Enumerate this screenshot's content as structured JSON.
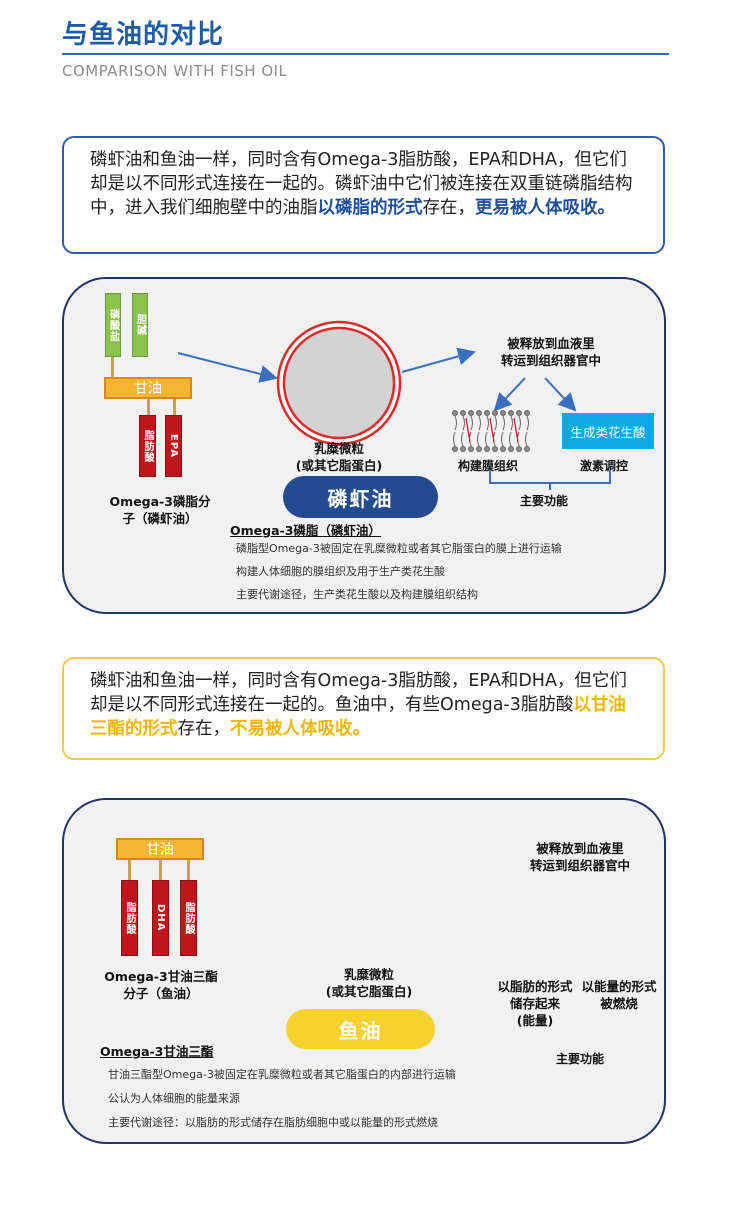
{
  "header": {
    "title": "与鱼油的对比",
    "subtitle": "COMPARISON WITH FISH OIL"
  },
  "krill_text": {
    "part1": "磷虾油和鱼油一样，同时含有Omega-3脂肪酸，EPA和DHA，但它们却是以不同形式连接在一起的。磷虾油中它们被连接在双重链磷脂结构中，进入我们细胞壁中的油脂",
    "highlight1": "以磷脂的形式",
    "part2": "存在，",
    "highlight2": "更易被人体吸收。"
  },
  "krill_diagram": {
    "phosphate": "磷酸盐",
    "choline": "胆碱",
    "glycerol": "甘油",
    "fa1": "脂肪酸",
    "fa2": "EPA",
    "molecule_caption_1": "Omega-3磷脂分",
    "molecule_caption_2": "子（磷虾油）",
    "chylomicron_1": "乳糜微粒",
    "chylomicron_2": "(或其它脂蛋白)",
    "label": "磷虾油",
    "release_1": "被释放到血液里",
    "release_2": "转运到组织器官中",
    "membrane": "构建膜组织",
    "eicosanoid_box": "生成类花生酸",
    "hormone": "激素调控",
    "main_function": "主要功能",
    "notes_title": "Omega-3磷脂（磷虾油）",
    "notes": [
      "磷脂型Omega-3被固定在乳糜微粒或者其它脂蛋白的膜上进行运输",
      "构建人体细胞的膜组织及用于生产类花生酸",
      "主要代谢途径，生产类花生酸以及构建膜组织结构"
    ]
  },
  "fish_text": {
    "part1": "磷虾油和鱼油一样，同时含有Omega-3脂肪酸，EPA和DHA，但它们却是以不同形式连接在一起的。鱼油中，有些Omega-3脂肪酸",
    "highlight1": "以甘油三酯的形式",
    "part2": "存在，",
    "highlight2": "不易被人体吸收。"
  },
  "fish_diagram": {
    "glycerol": "甘油",
    "fa1": "脂肪酸",
    "fa2": "DHA",
    "fa3": "脂肪酸",
    "molecule_caption_1": "Omega-3甘油三酯",
    "molecule_caption_2": "分子（鱼油）",
    "chylomicron_1": "乳糜微粒",
    "chylomicron_2": "(或其它脂蛋白)",
    "label": "鱼油",
    "release_1": "被释放到血液里",
    "release_2": "转运到组织器官中",
    "storage_1": "以脂肪的形式",
    "storage_2": "储存起来",
    "storage_3": "(能量)",
    "burn_1": "以能量的形式",
    "burn_2": "被燃烧",
    "main_function": "主要功能",
    "notes_title": "Omega-3甘油三酯",
    "notes": [
      "甘油三酯型Omega-3被固定在乳糜微粒或者其它脂蛋白的内部进行运输",
      "公认为人体细胞的能量来源",
      "主要代谢途径：以脂肪的形式储存在脂肪细胞中或以能量的形式燃烧"
    ]
  },
  "colors": {
    "brand_blue": "#1f5ca8",
    "accent_yellow": "#f2c94c",
    "fatty_acid_red": "#c0161b",
    "glycerol_orange": "#f6b530"
  }
}
